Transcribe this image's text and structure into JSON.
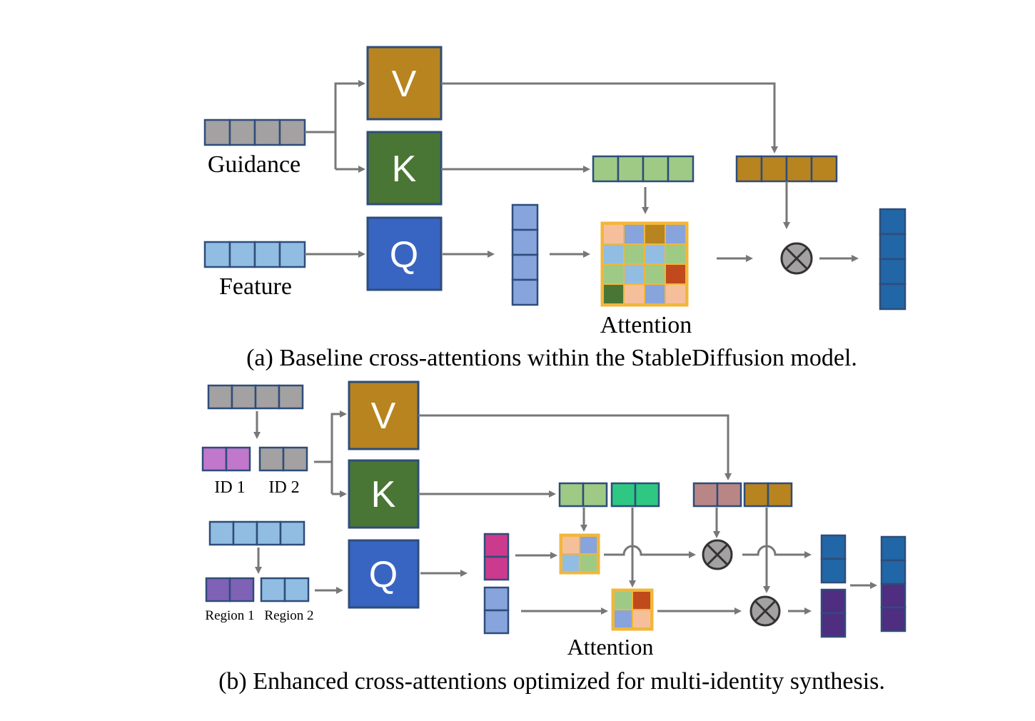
{
  "colors": {
    "gray": "#a3a1a1",
    "gold": "#b8841f",
    "green_dark": "#4a7635",
    "blue_q": "#3865c2",
    "light_blue": "#91bde3",
    "green_light": "#9fca86",
    "periwinkle": "#87a4dc",
    "dark_blue_out": "#2166a6",
    "magenta": "#c077cc",
    "purple": "#7f62b6",
    "pink": "#cc3a8e",
    "teal_green": "#2ec882",
    "mauve": "#b98686",
    "dark_purple": "#4f2d80",
    "peach": "#f6bf9c",
    "red_orange": "#c04a1b",
    "grid_border": "#f2b63a",
    "arrow": "#777777"
  },
  "part_a": {
    "guidance_label": "Guidance",
    "feature_label": "Feature",
    "v_label": "V",
    "k_label": "K",
    "q_label": "Q",
    "attention_label": "Attention",
    "caption": "(a) Baseline cross-attentions within the StableDiffusion model."
  },
  "part_b": {
    "id1_label": "ID 1",
    "id2_label": "ID 2",
    "region1_label": "Region 1",
    "region2_label": "Region 2",
    "v_label": "V",
    "k_label": "K",
    "q_label": "Q",
    "attention_label": "Attention",
    "caption": "(b) Enhanced cross-attentions optimized for multi-identity synthesis."
  }
}
